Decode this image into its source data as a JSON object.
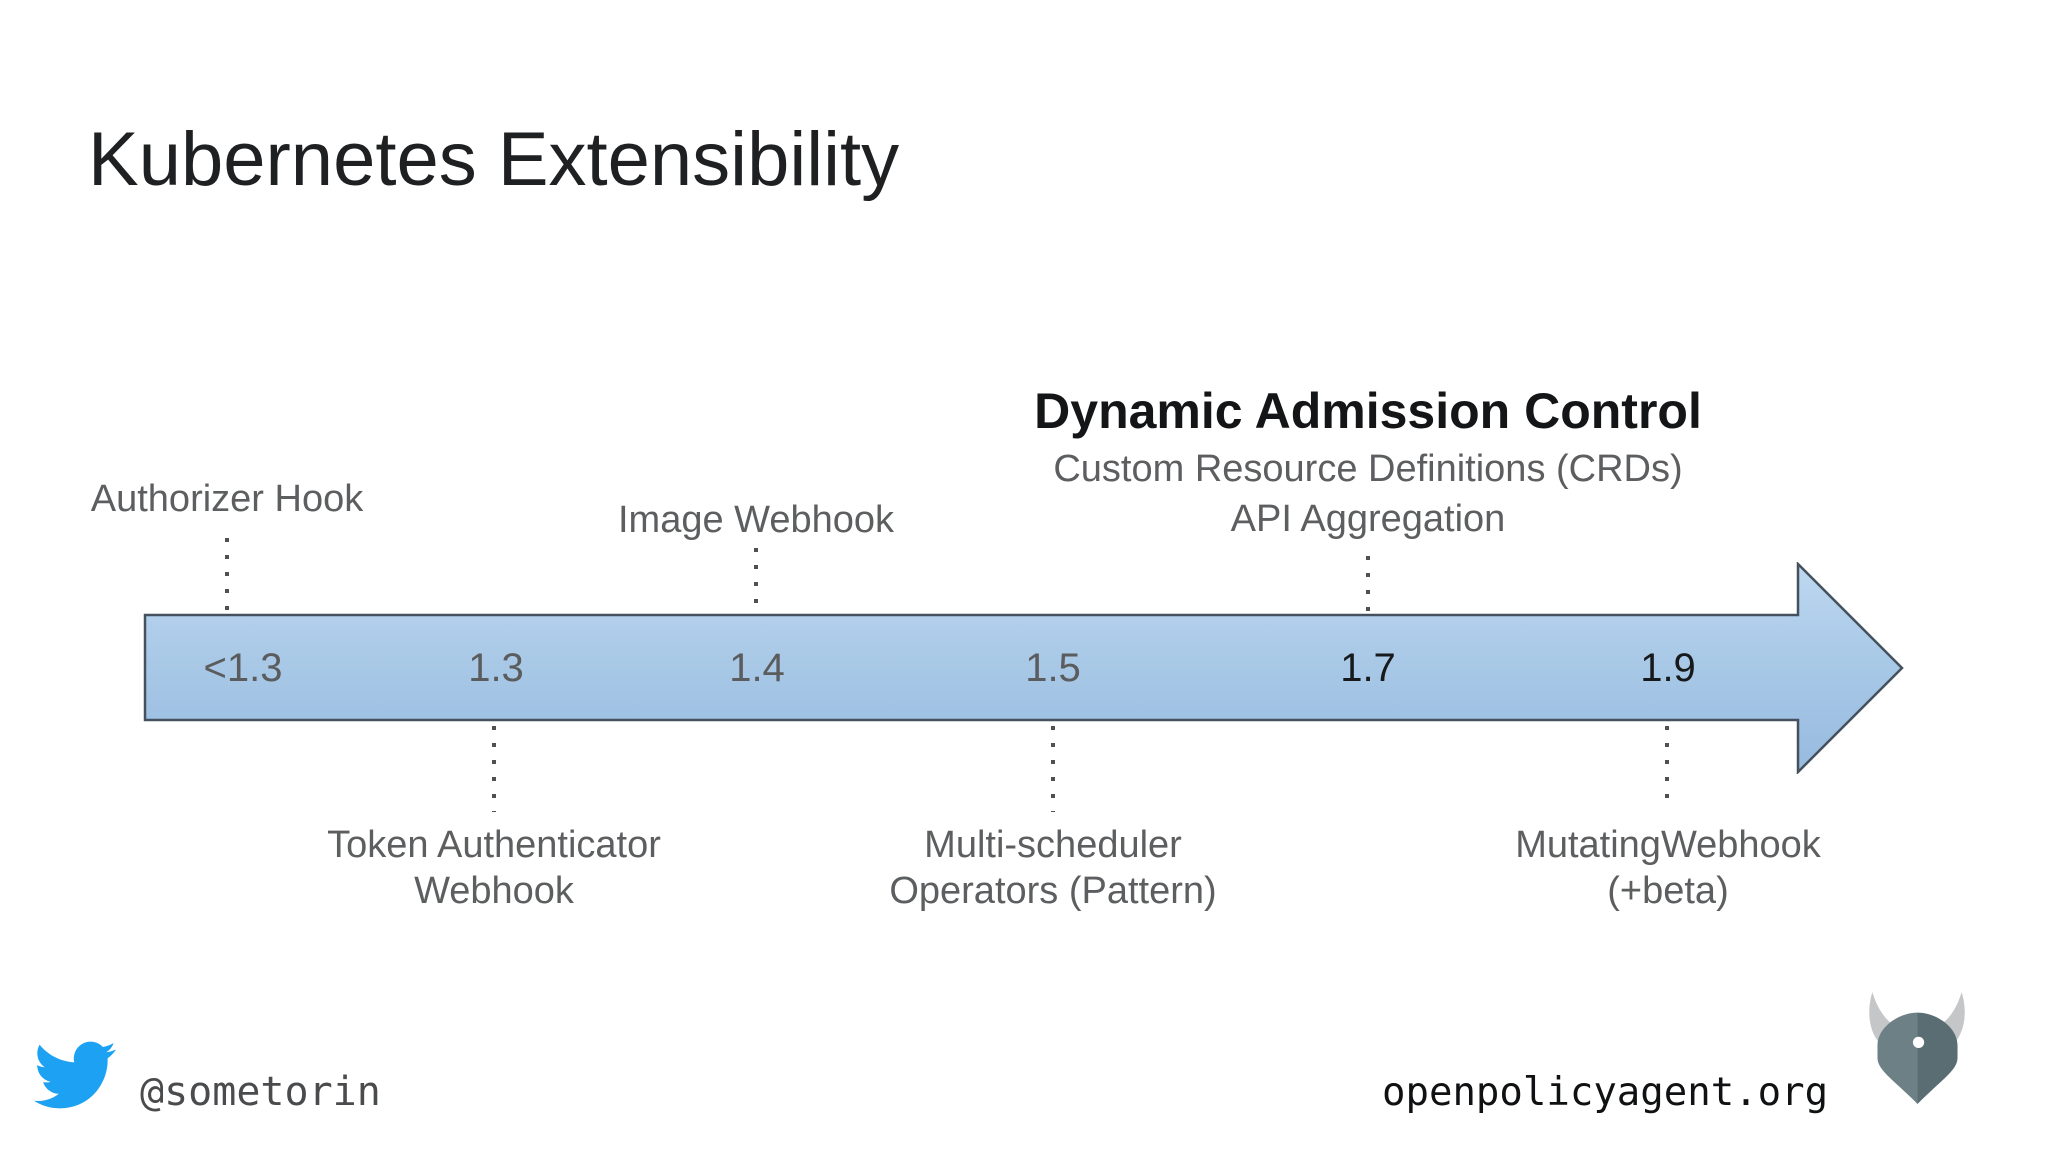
{
  "slide": {
    "title": "Kubernetes Extensibility",
    "background": "#ffffff"
  },
  "timeline": {
    "versions": [
      {
        "label": "<1.3",
        "emphasis": "gray"
      },
      {
        "label": "1.3",
        "emphasis": "gray"
      },
      {
        "label": "1.4",
        "emphasis": "gray"
      },
      {
        "label": "1.5",
        "emphasis": "gray"
      },
      {
        "label": "1.7",
        "emphasis": "black"
      },
      {
        "label": "1.9",
        "emphasis": "black"
      }
    ],
    "arrow": {
      "fill_top": "#bed8f0",
      "fill_mid": "#a9c9e7",
      "fill_bottom": "#97badf",
      "border": "#45525d"
    }
  },
  "annotations": {
    "above": [
      {
        "title": "Authorizer Hook",
        "at_version": "<1.3"
      },
      {
        "title": "Image Webhook",
        "at_version": "1.4"
      },
      {
        "title": "Dynamic Admission Control",
        "lines": [
          "Custom Resource Definitions (CRDs)",
          "API Aggregation"
        ],
        "at_version": "1.7"
      }
    ],
    "below": [
      {
        "lines": [
          "Token Authenticator",
          "Webhook"
        ],
        "at_version": "1.3"
      },
      {
        "lines": [
          "Multi-scheduler",
          "Operators (Pattern)"
        ],
        "at_version": "1.5"
      },
      {
        "lines": [
          "MutatingWebhook",
          "(+beta)"
        ],
        "at_version": "1.9"
      }
    ]
  },
  "footer": {
    "twitter_handle": "@sometorin",
    "website": "openpolicyagent.org"
  },
  "icons": {
    "twitter": "twitter-bird-icon",
    "opa": "opa-helmet-logo"
  },
  "colors": {
    "title_text": "#1f2022",
    "gray_text": "#5c5e60",
    "dark_text": "#17191b",
    "connector_dot": "#4f5052",
    "twitter_blue": "#1da1f2",
    "opa_helmet_left": "#6d8086",
    "opa_helmet_right": "#5a6d72",
    "opa_horns": "#c4c6c7"
  }
}
